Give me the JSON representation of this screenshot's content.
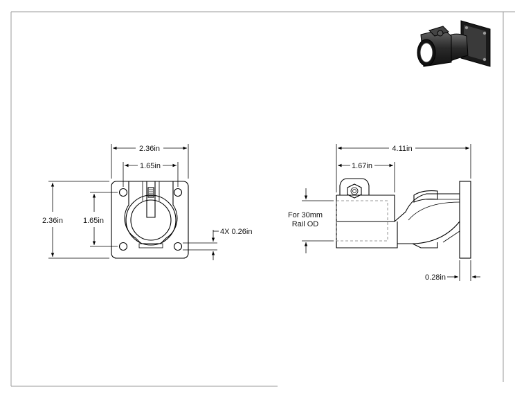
{
  "front_view": {
    "overall_width": "2.36in",
    "hole_spacing_width": "1.65in",
    "overall_height": "2.36in",
    "hole_spacing_height": "1.65in",
    "hole_diameter": "4X 0.26in"
  },
  "side_view": {
    "overall_length": "4.11in",
    "clamp_offset": "1.67in",
    "rail_note_line1": "For 30mm",
    "rail_note_line2": "Rail OD",
    "plate_thickness": "0.28in"
  }
}
